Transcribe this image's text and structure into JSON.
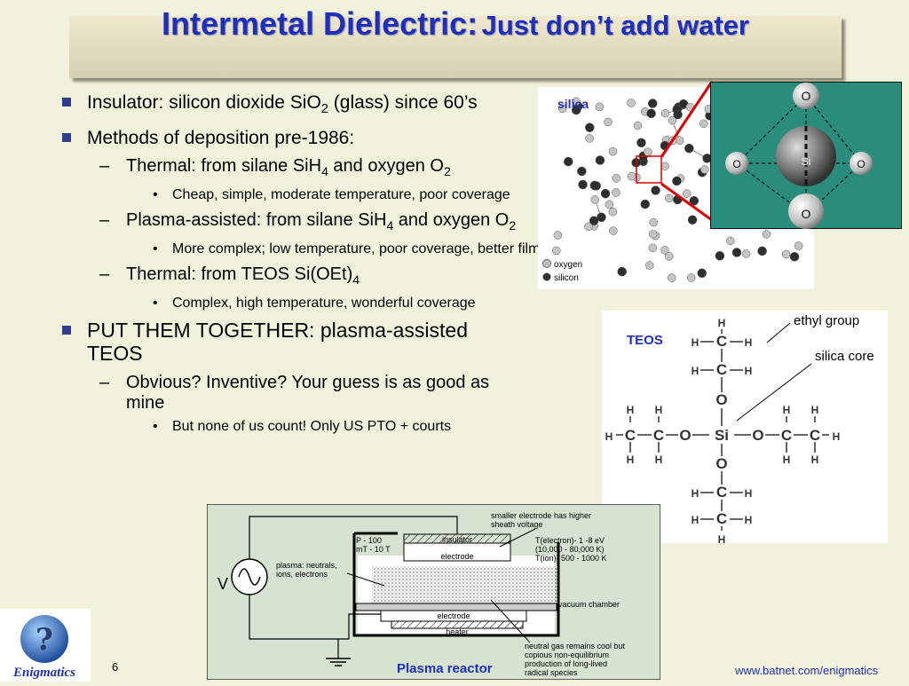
{
  "title": {
    "main": "Intermetal Dielectric:",
    "sub": "Just don’t add water"
  },
  "bullets": [
    {
      "level": 1,
      "text": "Insulator:  silicon dioxide SiO",
      "sub": "2",
      "after": "  (glass) since 60’s"
    },
    {
      "level": 1,
      "text": "Methods of deposition pre-1986:"
    },
    {
      "level": 2,
      "text": "Thermal:  from silane SiH",
      "sub": "4",
      "after": " and oxygen O",
      "sub2": "2"
    },
    {
      "level": 3,
      "text": "Cheap, simple, moderate temperature, poor coverage"
    },
    {
      "level": 2,
      "text": "Plasma-assisted:  from silane SiH",
      "sub": "4",
      "after": " and oxygen O",
      "sub2": "2"
    },
    {
      "level": 3,
      "text": "More complex; low temperature, poor coverage, better films"
    },
    {
      "level": 2,
      "text": "Thermal:  from TEOS Si(OEt)",
      "sub": "4"
    },
    {
      "level": 3,
      "text": "Complex, high temperature, wonderful coverage"
    },
    {
      "level": 1,
      "text": "PUT THEM TOGETHER:  plasma-assisted TEOS",
      "large": true
    },
    {
      "level": 2,
      "text": "Obvious?  Inventive?  Your guess is as good as mine"
    },
    {
      "level": 3,
      "text": "But none of us count!  Only US PTO + courts"
    }
  ],
  "silica": {
    "label": "silica",
    "legend_oxygen": "oxygen",
    "legend_silicon": "silicon"
  },
  "tetra": {
    "o_top": "O",
    "o_left": "O",
    "o_right": "O",
    "o_bottom": "O",
    "si": "Si"
  },
  "teos": {
    "label": "TEOS",
    "ethyl_group": "ethyl group",
    "silica_core": "silica core",
    "H": "H",
    "C": "C",
    "O": "O",
    "Si": "Si"
  },
  "reactor": {
    "caption": "Plasma reactor",
    "source_label": "V",
    "pressure": "P - 100\nmT - 10 T",
    "insulator": "insulator",
    "electrode_top": "electrode",
    "electrode_bottom": "electrode",
    "heater": "heater",
    "plasma": "plasma:  neutrals,\nions, electrons",
    "smaller_electrode": "smaller electrode has higher\nsheath voltage",
    "temperatures": "T(electron)- 1 -8 eV\n(10,000 - 80,000 K)\nT(ion)-  500 - 1000 K",
    "vacuum_chamber": "vacuum chamber",
    "neutral_gas": "neutral gas remains cool but\ncopious non-equilibrium\nproduction of long-lived\nradical species"
  },
  "logo": {
    "text": "Enigmatics"
  },
  "page_number": "6",
  "footer_url": "www.batnet.com/enigmatics",
  "colors": {
    "title": "#1f2fb8",
    "link": "#1f2fb8",
    "tetra_bg": "#2a8c7a",
    "bullet": "#2c3e8c",
    "callout_line": "#e00000"
  }
}
